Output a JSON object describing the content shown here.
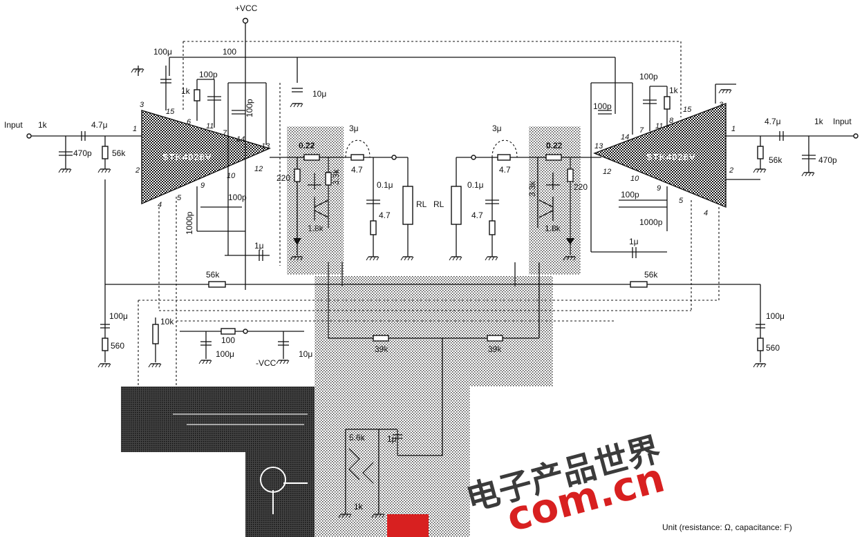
{
  "supply": {
    "positive": "+VCC",
    "negative": "-VCC"
  },
  "ics": {
    "left": "STK4028V",
    "right": "STK4028V"
  },
  "left_channel": {
    "input_label": "Input",
    "input_resistor": "1k",
    "input_cap": "4.7μ",
    "input_shunt_cap": "470p",
    "bias_resistor": "56k",
    "comp_cap_top": "100p",
    "comp_resistor": "1k",
    "comp_cap_vert": "100p",
    "comp_cap_bottom": "100p",
    "comp_cap_1000": "1000p",
    "bootstrap_cap": "100μ",
    "decouple_resistor": "100",
    "supply_cap": "10μ",
    "emitter_resistor": "0.22",
    "coil": "3μ",
    "coil_resistor": "4.7",
    "zobel_cap": "0.1μ",
    "zobel_resistor": "4.7",
    "base_resistor": "220",
    "sense_resistor": "3.3k",
    "bias_res2": "1.8k",
    "cap_1u": "1μ",
    "load": "RL"
  },
  "right_channel": {
    "input_label": "Input",
    "input_resistor": "1k",
    "input_cap": "4.7μ",
    "input_shunt_cap": "470p",
    "bias_resistor": "56k",
    "comp_cap_top": "100p",
    "comp_resistor": "1k",
    "comp_cap_vert": "100p",
    "comp_cap_bottom": "100p",
    "comp_cap_1000": "1000p",
    "emitter_resistor": "0.22",
    "coil": "3μ",
    "coil_resistor": "4.7",
    "zobel_cap": "0.1μ",
    "zobel_resistor": "4.7",
    "base_resistor": "220",
    "sense_resistor": "3.3k",
    "bias_res2": "1.8k",
    "cap_1u": "1μ",
    "load": "RL"
  },
  "feedback": {
    "left_resistor": "56k",
    "right_resistor": "56k",
    "left_cap": "100μ",
    "right_cap": "100μ",
    "left_ground_res": "560",
    "right_ground_res": "560",
    "pot": "10k",
    "neg_decouple_res": "100",
    "neg_cap_left": "100μ",
    "neg_cap_right": "10μ",
    "bridge_left": "39k",
    "bridge_right": "39k"
  },
  "protection": {
    "res_top": "5.6k",
    "cap": "1μ",
    "res_bottom": "1k"
  },
  "pin_numbers": {
    "left": [
      "3",
      "1",
      "2",
      "4",
      "5",
      "9",
      "10",
      "6",
      "11",
      "7",
      "14",
      "13",
      "12",
      "15"
    ],
    "right": [
      "3",
      "1",
      "2",
      "4",
      "5",
      "9",
      "10",
      "8",
      "11",
      "7",
      "14",
      "13",
      "12",
      "15"
    ]
  },
  "unit_note": "Unit (resistance: Ω, capacitance: F)",
  "watermark": {
    "line1": "电子产品世界",
    "line2": "com.cn"
  }
}
